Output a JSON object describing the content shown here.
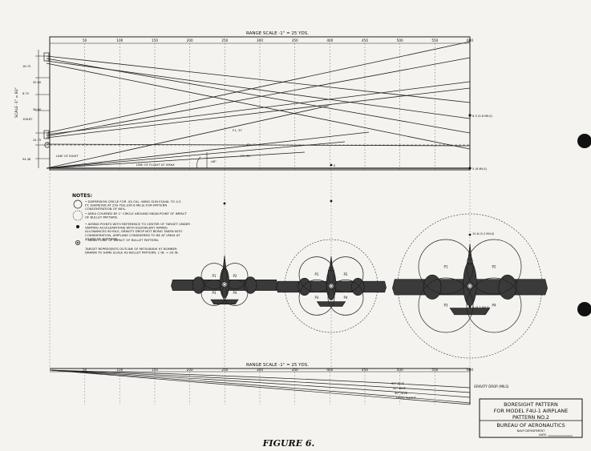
{
  "top_chart": {
    "range_scale_label": "RANGE SCALE -1\" = 25 YDS.",
    "ticks": [
      "50",
      "100",
      "150",
      "200",
      "250",
      "300",
      "350",
      "400",
      "450",
      "500",
      "550",
      "600"
    ],
    "scale_label": "SCALE -1\" = 83\"",
    "left_dims": [
      "16.75",
      "35.60",
      "8.75",
      "36.60",
      "106.87",
      "24.75",
      "94.38"
    ],
    "line_of_sight": "LINE OF SIGHT",
    "line_of_flight": "LINE OF FLIGHT AT VMAX",
    "angle_label": ".48°",
    "beam_labels": [
      "F1, 37",
      "F2, 33",
      "F3, 32"
    ],
    "right_marks": [
      "6.3 (5.8 MILS)",
      "5 (8 MILS)",
      "0"
    ]
  },
  "notes": {
    "heading": "NOTES:",
    "items": [
      "DISPERSION CIRCLE FOR .50 CAL. WING GUN EQUAL TO 4.5 FT. DIAMETER AT 250 YDS.(OR 6 MILS) FOR PATTERN CONCENTRATION OF 80%.",
      "AREA COVERED BY 1\" CIRCLE AROUND MEAN POINT OF IMPACT OF BULLET PATTERN.",
      "AIMING POINTS WITH REFERENCE TO CENTER OF TARGET UNDER VARYING ACCELERATIONS WITH EQUIVALENT AIMING ALLOWANCES IN MILS, GRAVITY DROP NOT BEING TAKEN INTO CONSIDERATION, AIRPLANE CONSIDERED TO BE AT VMAX AT 20,000 FT. ALTITUDE.",
      "MEAN POINT OF IMPACT OF BULLET PATTERN.",
      "TARGET REPRESENTS OUTLINE OF MITSUBISHI 97 BOMBER DRAWN TO SAME SCALE AS BULLET PATTERN, 1 IN. = 20 IN."
    ]
  },
  "patterns": {
    "circle_labels": [
      "P1",
      "P2",
      "P3",
      "P4"
    ],
    "large_marks": [
      "10.6 (5.2 MILS)",
      "5 (8.3 MILS)"
    ]
  },
  "bottom_chart": {
    "range_scale_label": "RANGE SCALE -1\" = 25 YDS.",
    "ticks": [
      "50",
      "100",
      "150",
      "200",
      "250",
      "300",
      "350",
      "400",
      "450",
      "500",
      "550",
      "600"
    ],
    "right_label": "GRAVITY DROP (MILS)",
    "curve_labels": [
      "60° DIVE",
      "45° DIVE",
      "30° DIVE",
      "LEVEL FLIGHT"
    ]
  },
  "title_block": {
    "line1": "BORESIGHT PATTERN",
    "line2": "FOR MODEL F4U-1 AIRPLANE",
    "line3": "PATTERN NO.2",
    "org": "BUREAU OF AERONAUTICS",
    "dept": "NAVY DEPARTMENT",
    "date_label": "DATE -"
  },
  "figure_caption": "FIGURE 6."
}
